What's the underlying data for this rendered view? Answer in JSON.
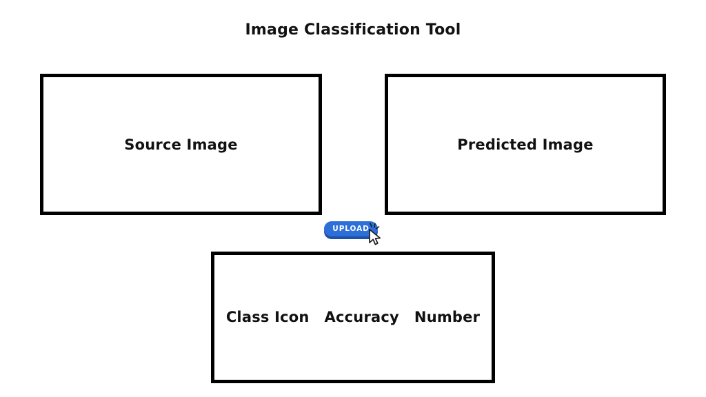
{
  "app": {
    "title": "Image Classification Tool",
    "background_color": "#ffffff",
    "border_color": "#000000",
    "text_color": "#111111"
  },
  "panels": {
    "source": {
      "label": "Source Image"
    },
    "predicted": {
      "label": "Predicted Image"
    },
    "results": {
      "columns": [
        "Class Icon",
        "Accuracy",
        "Number"
      ]
    }
  },
  "upload": {
    "label": "UPLOAD",
    "accent_color": "#2c6fd9",
    "shadow_color": "#1d50a8",
    "label_color": "#ffffff",
    "cursor_icon": "cursor-pointer-icon",
    "click_icon": "click-burst-icon"
  }
}
